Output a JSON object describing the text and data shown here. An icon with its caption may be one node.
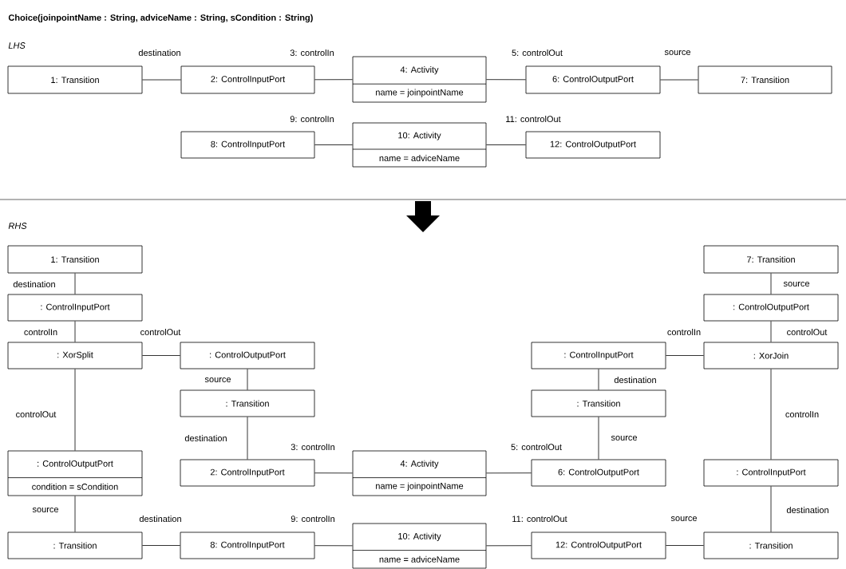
{
  "diagram": {
    "title": "Choice(joinpointName : String, adviceName : String, sCondition : String)",
    "nodes": [
      {
        "text": [
          "1: Transition"
        ]
      },
      {
        "text": [
          "2: ControlInputPort"
        ]
      },
      {
        "text": [
          "4: Activity",
          "name = joinpointName"
        ]
      },
      {
        "text": [
          "6: ControlOutputPort"
        ]
      },
      {
        "text": [
          "7: Transition"
        ]
      },
      {
        "text": [
          "8: ControlInputPort"
        ]
      },
      {
        "text": [
          "10: Activity",
          "name = adviceName"
        ]
      },
      {
        "text": [
          "12: ControlOutputPort"
        ]
      },
      {
        "text": [
          "1: Transition"
        ]
      },
      {
        "text": [
          "7: Transition"
        ]
      },
      {
        "text": [
          ": ControlInputPort"
        ]
      },
      {
        "text": [
          ": ControlOutputPort"
        ]
      },
      {
        "text": [
          ": XorSplit"
        ]
      },
      {
        "text": [
          ": ControlOutputPort"
        ]
      },
      {
        "text": [
          ": ControlInputPort"
        ]
      },
      {
        "text": [
          ": XorJoin"
        ]
      },
      {
        "text": [
          ": Transition"
        ]
      },
      {
        "text": [
          ": Transition"
        ]
      },
      {
        "text": [
          ": ControlOutputPort",
          "condition = sCondition"
        ]
      },
      {
        "text": [
          "2: ControlInputPort"
        ]
      },
      {
        "text": [
          "4: Activity",
          "name = joinpointName"
        ]
      },
      {
        "text": [
          "6: ControlOutputPort"
        ]
      },
      {
        "text": [
          ": ControlInputPort"
        ]
      },
      {
        "text": [
          ": Transition"
        ]
      },
      {
        "text": [
          "8: ControlInputPort"
        ]
      },
      {
        "text": [
          "10: Activity",
          "name = adviceName"
        ]
      },
      {
        "text": [
          "12: ControlOutputPort"
        ]
      },
      {
        "text": [
          ": Transition"
        ]
      }
    ],
    "edges": [
      {
        "from": 0,
        "to": 1,
        "arrow": "none",
        "label": "destination"
      },
      {
        "from": 1,
        "to": 2,
        "arrow": "none",
        "label": "3: controlIn"
      },
      {
        "from": 2,
        "to": 3,
        "arrow": "none",
        "label": "5: controlOut"
      },
      {
        "from": 3,
        "to": 4,
        "arrow": "none",
        "label": "source"
      },
      {
        "from": 5,
        "to": 6,
        "arrow": "none",
        "label": "9: controlIn"
      },
      {
        "from": 6,
        "to": 7,
        "arrow": "none",
        "label": "11: controlOut"
      },
      {
        "from": 8,
        "to": 10,
        "arrow": "none",
        "label": "destination"
      },
      {
        "from": 10,
        "to": 12,
        "arrow": "none",
        "label": "controlIn"
      },
      {
        "from": 12,
        "to": 13,
        "arrow": "none",
        "label": "controlOut"
      },
      {
        "from": 13,
        "to": 16,
        "arrow": "none",
        "label": "source"
      },
      {
        "from": 16,
        "to": 19,
        "arrow": "none",
        "label": "destination"
      },
      {
        "from": 19,
        "to": 20,
        "arrow": "none",
        "label": "3: controlIn"
      },
      {
        "from": 20,
        "to": 21,
        "arrow": "none",
        "label": "5: controlOut"
      },
      {
        "from": 21,
        "to": 17,
        "arrow": "none",
        "label": "source"
      },
      {
        "from": 17,
        "to": 14,
        "arrow": "none",
        "label": "destination"
      },
      {
        "from": 14,
        "to": 15,
        "arrow": "none",
        "label": "controlIn"
      },
      {
        "from": 11,
        "to": 15,
        "arrow": "none",
        "label": "controlOut"
      },
      {
        "from": 9,
        "to": 11,
        "arrow": "none",
        "label": "source"
      },
      {
        "from": 15,
        "to": 22,
        "arrow": "none",
        "label": "controlIn"
      },
      {
        "from": 22,
        "to": 27,
        "arrow": "none",
        "label": "destination"
      },
      {
        "from": 12,
        "to": 18,
        "arrow": "none",
        "label": "controlOut"
      },
      {
        "from": 18,
        "to": 23,
        "arrow": "none",
        "label": "source"
      },
      {
        "from": 23,
        "to": 24,
        "arrow": "none",
        "label": "destination"
      },
      {
        "from": 24,
        "to": 25,
        "arrow": "none",
        "label": "9: controlIn"
      },
      {
        "from": 25,
        "to": 26,
        "arrow": "none",
        "label": "11: controlOut"
      },
      {
        "from": 26,
        "to": 27,
        "arrow": "none",
        "label": "source"
      }
    ],
    "labels": [
      "LHS",
      "RHS"
    ]
  }
}
